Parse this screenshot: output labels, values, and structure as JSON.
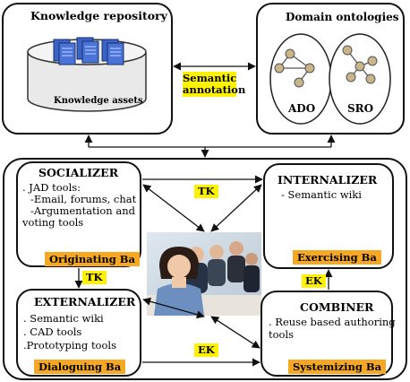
{
  "repository": {
    "title": "Knowledge repository",
    "assets_label": "Knowledge assets"
  },
  "annotation": {
    "line1": "Semantic",
    "line2": "annotation"
  },
  "ontologies": {
    "title": "Domain ontologies",
    "ado": "ADO",
    "sro": "SRO"
  },
  "socializer": {
    "title": "SOCIALIZER",
    "lines": [
      ". JAD tools:",
      "-Email, forums, chat",
      "-Argumentation and",
      "voting tools"
    ],
    "ba": "Originating Ba"
  },
  "internalizer": {
    "title": "INTERNALIZER",
    "lines": [
      "- Semantic wiki"
    ],
    "ba": "Exercising Ba"
  },
  "externalizer": {
    "title": "EXTERNALIZER",
    "lines": [
      ". Semantic wiki",
      ". CAD tools",
      ".Prototyping tools"
    ],
    "ba": "Dialoguing Ba"
  },
  "combiner": {
    "title": "COMBINER",
    "lines": [
      ". Reuse based authoring",
      "tools"
    ],
    "ba": "Systemizing Ba"
  },
  "flows": {
    "top": "TK",
    "left": "TK",
    "bottom": "EK",
    "right": "EK"
  },
  "colors": {
    "yellow": "#fff200",
    "orange": "#f7a823",
    "doc_blue": "#3a63c8"
  }
}
